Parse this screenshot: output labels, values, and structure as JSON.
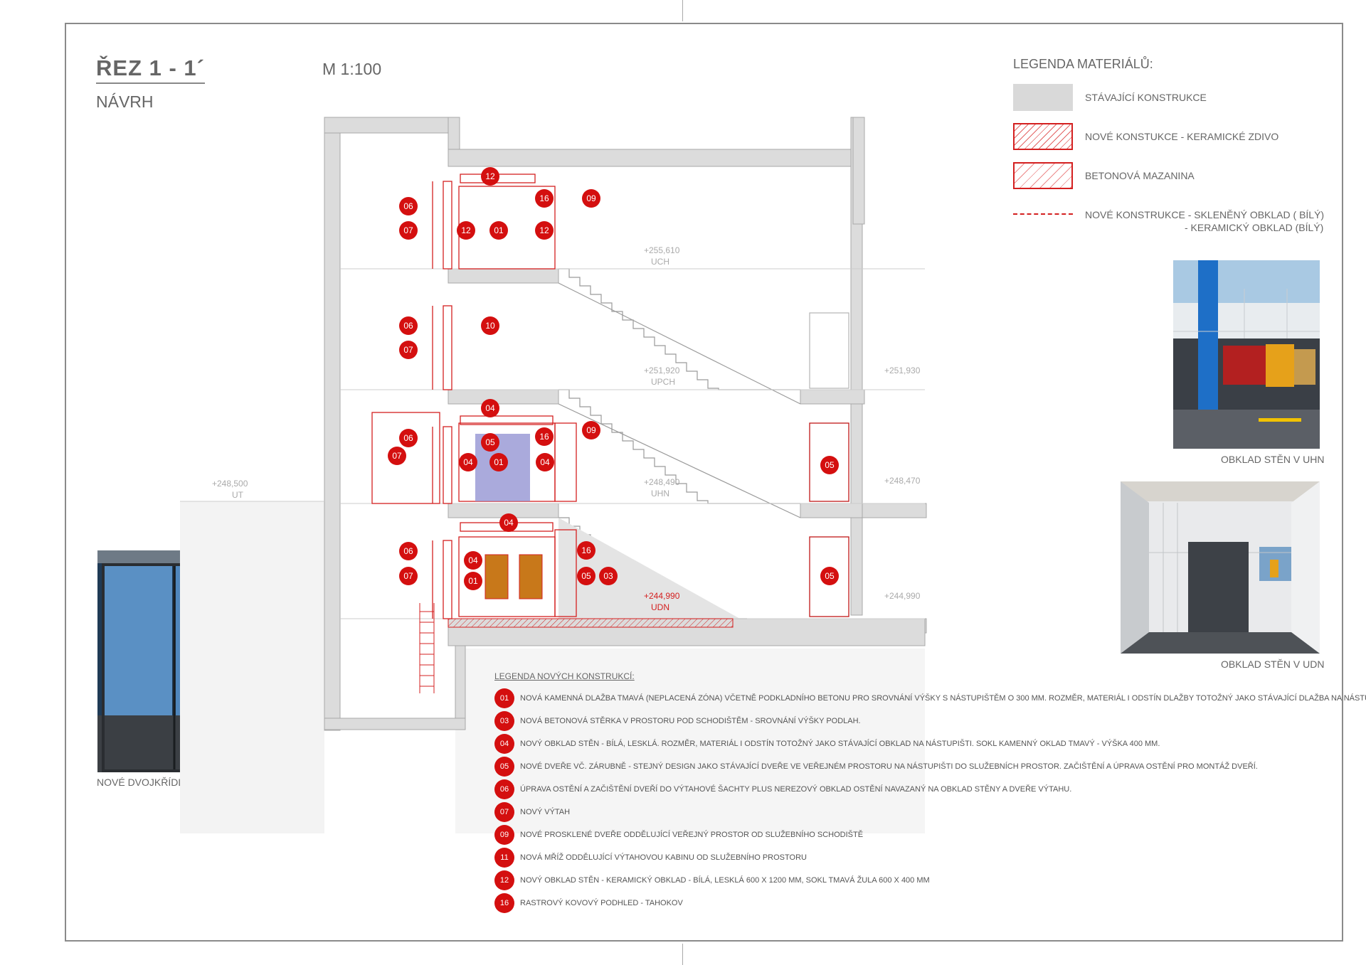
{
  "header": {
    "title": "ŘEZ 1 - 1´",
    "subtitle": "NÁVRH",
    "scale": "M 1:100"
  },
  "material_legend": {
    "title": "LEGENDA MATERIÁLŮ:",
    "items": [
      {
        "label": "STÁVAJÍCÍ KONSTRUKCE"
      },
      {
        "label": "NOVÉ KONSTUKCE - KERAMICKÉ ZDIVO"
      },
      {
        "label": "BETONOVÁ MAZANINA"
      },
      {
        "label": "NOVÉ KONSTRUKCE - SKLENĚNÝ OBKLAD ( BÍLÝ)",
        "label2": "- KERAMICKÝ OBKLAD (BÍLÝ)"
      }
    ]
  },
  "photos": {
    "uhn": {
      "caption": "OBKLAD STĚN V UHN"
    },
    "udn": {
      "caption": "OBKLAD STĚN V UDN"
    },
    "doors": {
      "caption": "NOVÉ DVOJKŘÍDLÉ DVEŘE"
    }
  },
  "levels": [
    {
      "value": "+255,610",
      "code": "UCH"
    },
    {
      "value": "+251,920",
      "code": "UPCH"
    },
    {
      "value": "+251,930",
      "code": ""
    },
    {
      "value": "+248,490",
      "code": "UHN"
    },
    {
      "value": "+248,470",
      "code": ""
    },
    {
      "value": "+248,500",
      "code": "UT"
    },
    {
      "value": "+244,990",
      "code": "UDN"
    },
    {
      "value": "+244,990",
      "code": ""
    }
  ],
  "markers": [
    "12",
    "06",
    "16",
    "09",
    "07",
    "12",
    "01",
    "12",
    "06",
    "10",
    "07",
    "04",
    "06",
    "16",
    "09",
    "07",
    "05",
    "04",
    "01",
    "04",
    "05",
    "04",
    "06",
    "04",
    "16",
    "07",
    "01",
    "05",
    "03",
    "05"
  ],
  "new_constructions_legend": {
    "title": "LEGENDA NOVÝCH KONSTRUKCÍ:",
    "items": [
      {
        "code": "01",
        "text": "NOVÁ KAMENNÁ DLAŽBA TMAVÁ (NEPLACENÁ ZÓNA) VČETNĚ PODKLADNÍHO BETONU PRO SROVNÁNÍ VÝŠKY S NÁSTUPIŠTĚM O 300 MM. ROZMĚR, MATERIÁL I ODSTÍN DLAŽBY TOTOŽNÝ JAKO STÁVAJÍCÍ DLAŽBA NA NÁSTUPIŠTI."
      },
      {
        "code": "03",
        "text": "NOVÁ BETONOVÁ STĚRKA V PROSTORU POD SCHODIŠTĚM - SROVNÁNÍ VÝŠKY PODLAH."
      },
      {
        "code": "04",
        "text": "NOVÝ OBKLAD STĚN - BÍLÁ, LESKLÁ. ROZMĚR, MATERIÁL I ODSTÍN TOTOŽNÝ JAKO STÁVAJÍCÍ OBKLAD NA NÁSTUPIŠTI. SOKL KAMENNÝ OKLAD TMAVÝ - VÝŠKA 400 MM."
      },
      {
        "code": "05",
        "text": "NOVÉ DVEŘE VČ. ZÁRUBNĚ - STEJNÝ DESIGN JAKO STÁVAJÍCÍ DVEŘE VE VEŘEJNÉM PROSTORU NA NÁSTUPIŠTI DO SLUŽEBNÍCH PROSTOR. ZAČIŠTĚNÍ A ÚPRAVA OSTĚNÍ PRO MONTÁŽ DVEŘÍ."
      },
      {
        "code": "06",
        "text": "ÚPRAVA OSTĚNÍ A ZAČIŠTĚNÍ DVEŘÍ DO VÝTAHOVÉ ŠACHTY PLUS NEREZOVÝ OBKLAD OSTĚNÍ NAVAZANÝ NA OBKLAD STĚNY A DVEŘE VÝTAHU."
      },
      {
        "code": "07",
        "text": "NOVÝ VÝTAH"
      },
      {
        "code": "09",
        "text": "NOVÉ PROSKLENÉ DVEŘE ODDĚLUJÍCÍ VEŘEJNÝ PROSTOR OD SLUŽEBNÍHO SCHODIŠTĚ"
      },
      {
        "code": "11",
        "text": "NOVÁ MŘÍŽ ODDĚLUJÍCÍ VÝTAHOVOU KABINU OD SLUŽEBNÍHO PROSTORU"
      },
      {
        "code": "12",
        "text": "NOVÝ OBKLAD STĚN - KERAMICKÝ OBKLAD - BÍLÁ, LESKLÁ 600 X 1200 MM, SOKL TMAVÁ ŽULA 600 X 400 MM"
      },
      {
        "code": "16",
        "text": "RASTROVÝ KOVOVÝ PODHLED - TAHOKOV"
      }
    ]
  },
  "colors": {
    "accent_red": "#d40f0f",
    "existing_grey": "#d9d9d9",
    "frame": "#8a8a8a"
  }
}
